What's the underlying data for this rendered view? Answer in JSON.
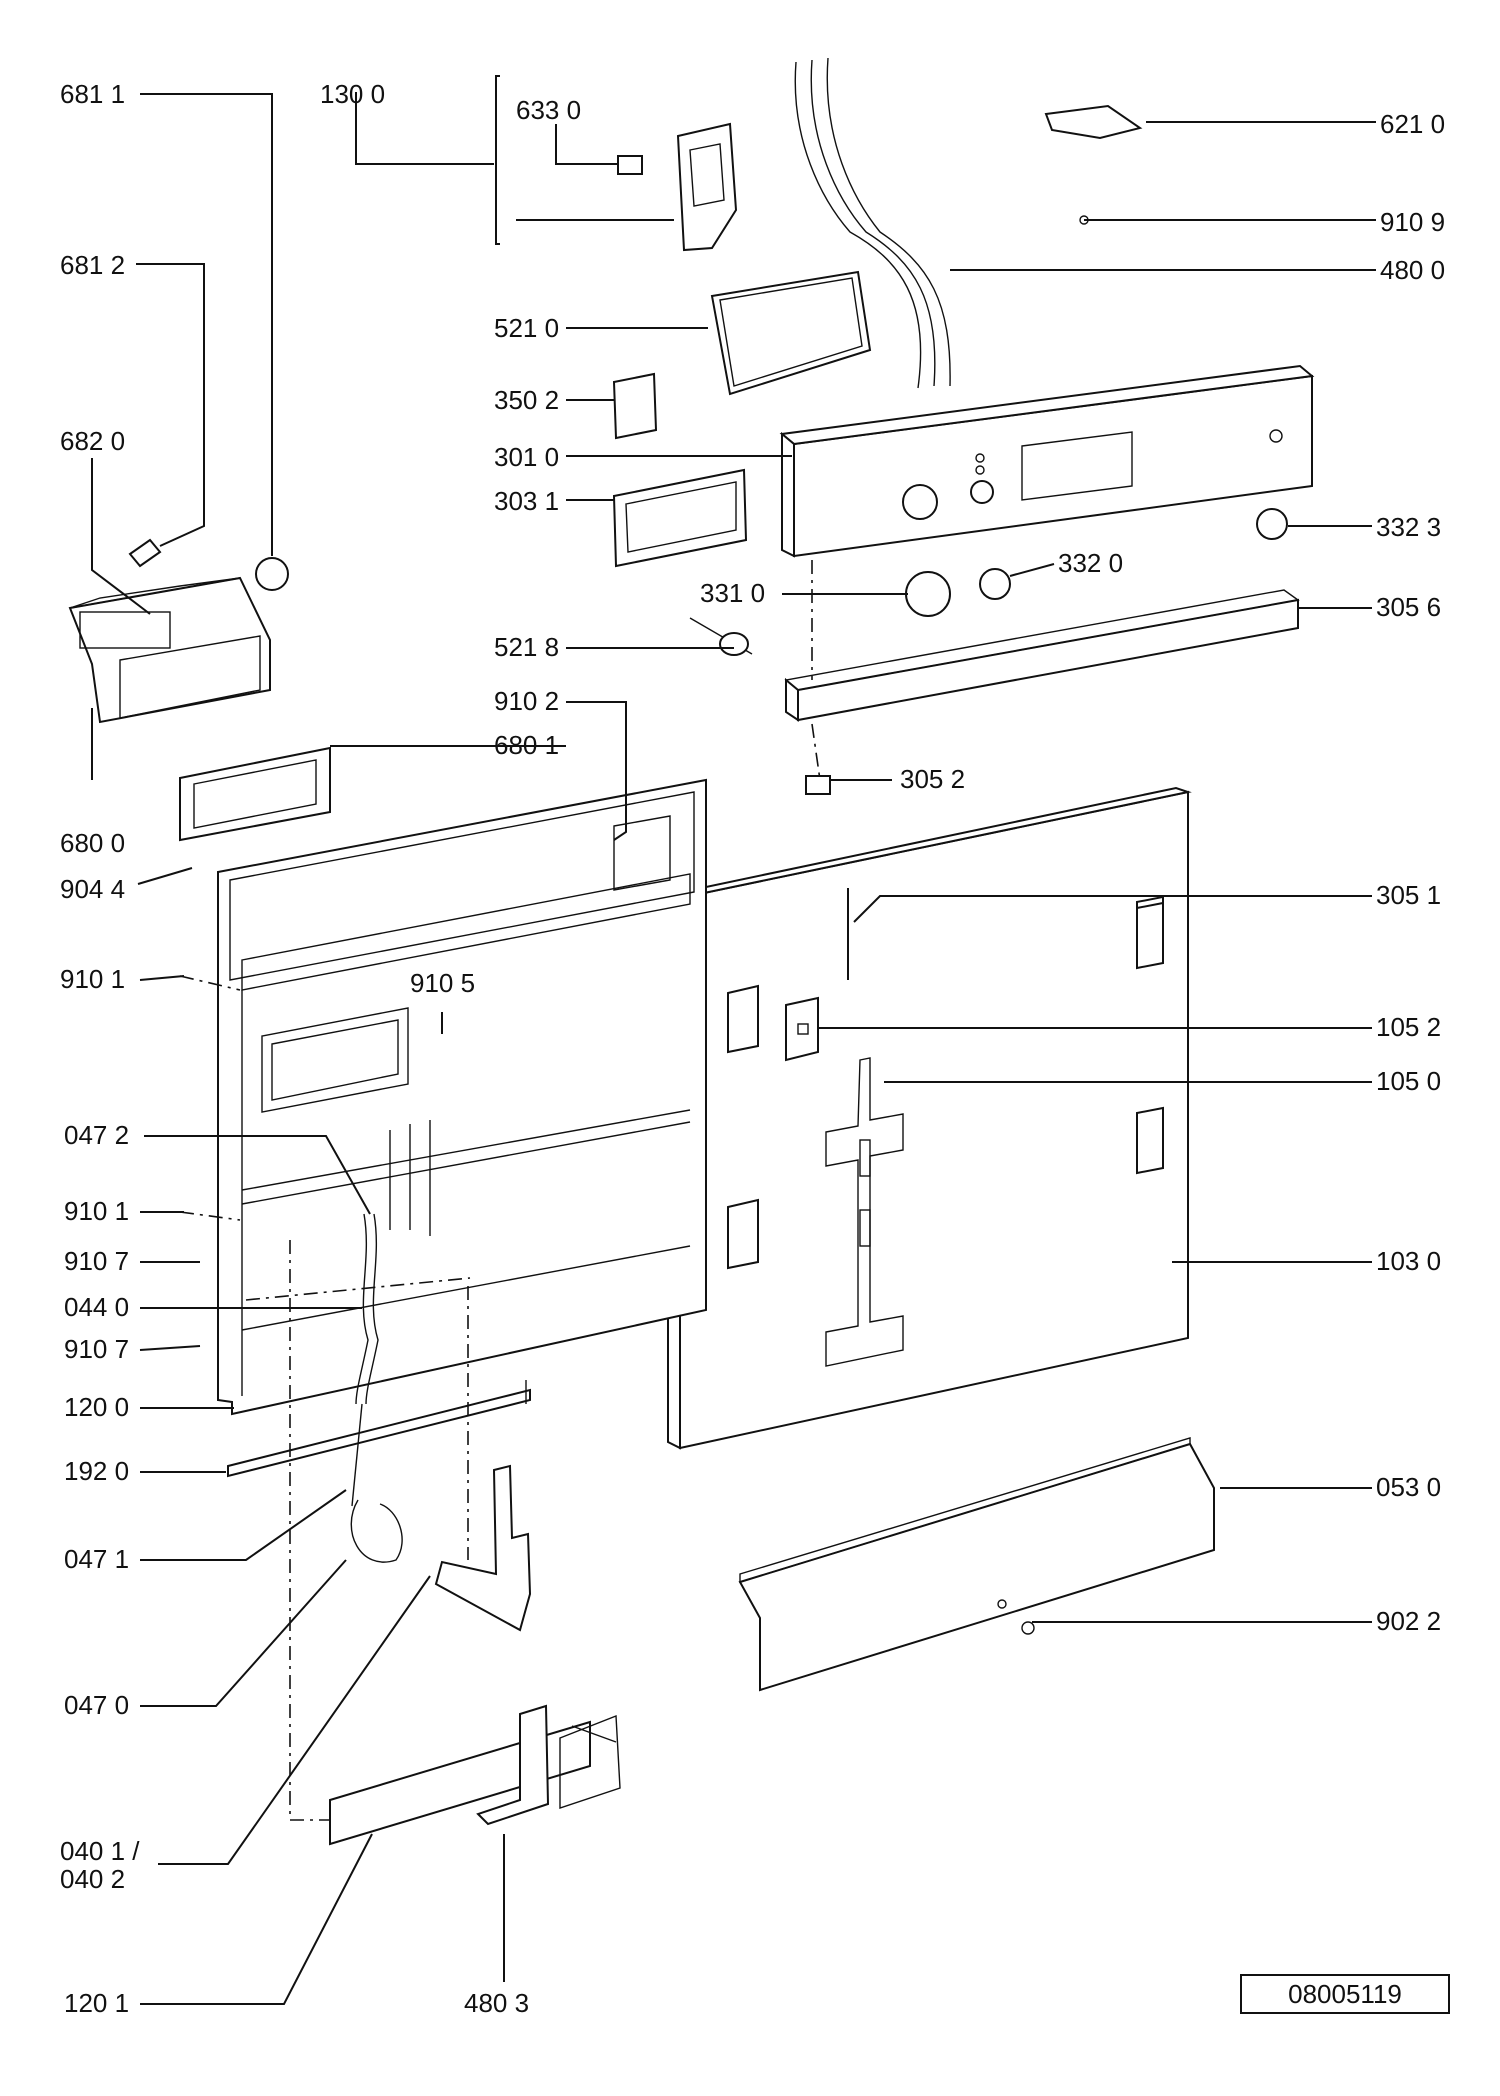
{
  "labels": {
    "l6811": "681 1",
    "l1300": "130 0",
    "l6330": "633 0",
    "l6210": "621 0",
    "l9109": "910 9",
    "l4800": "480 0",
    "l6812": "681 2",
    "l5210": "521 0",
    "l3502": "350 2",
    "l6820": "682 0",
    "l3010": "301 0",
    "l3031": "303 1",
    "l3323": "332 3",
    "l3320": "332 0",
    "l3310": "331 0",
    "l3056": "305 6",
    "l5218": "521 8",
    "l9102": "910 2",
    "l6801": "680 1",
    "l3052": "305 2",
    "l6800": "680 0",
    "l9044": "904 4",
    "l3051": "305 1",
    "l9101a": "910 1",
    "l9105": "910 5",
    "l1052": "105 2",
    "l1050": "105 0",
    "l0472": "047 2",
    "l9101b": "910 1",
    "l9107a": "910 7",
    "l1030": "103 0",
    "l0440": "044 0",
    "l9107b": "910 7",
    "l1200": "120 0",
    "l1920": "192 0",
    "l0530": "053 0",
    "l0471": "047 1",
    "l9022": "902 2",
    "l0470": "047 0",
    "l0401": "040 1 /",
    "l0402": "040 2",
    "l1201": "120 1",
    "l4803": "480 3"
  },
  "document_number": "08005119"
}
